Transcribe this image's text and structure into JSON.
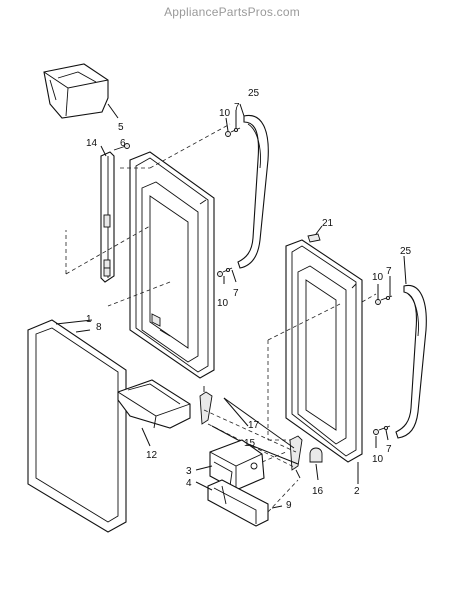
{
  "watermark": "AppliancePartsPros.com",
  "callouts": {
    "c25a": "25",
    "c7a": "7",
    "c10a": "10",
    "c5": "5",
    "c6": "6",
    "c14": "14",
    "c21": "21",
    "c25b": "25",
    "c7b": "7",
    "c10b": "10",
    "c10c": "10",
    "c7c": "7",
    "c1": "1",
    "c8": "8",
    "c17": "17",
    "c15": "15",
    "c12": "12",
    "c10d": "10",
    "c7d": "7",
    "c3": "3",
    "c4": "4",
    "c16": "16",
    "c2": "2",
    "c9": "9"
  }
}
